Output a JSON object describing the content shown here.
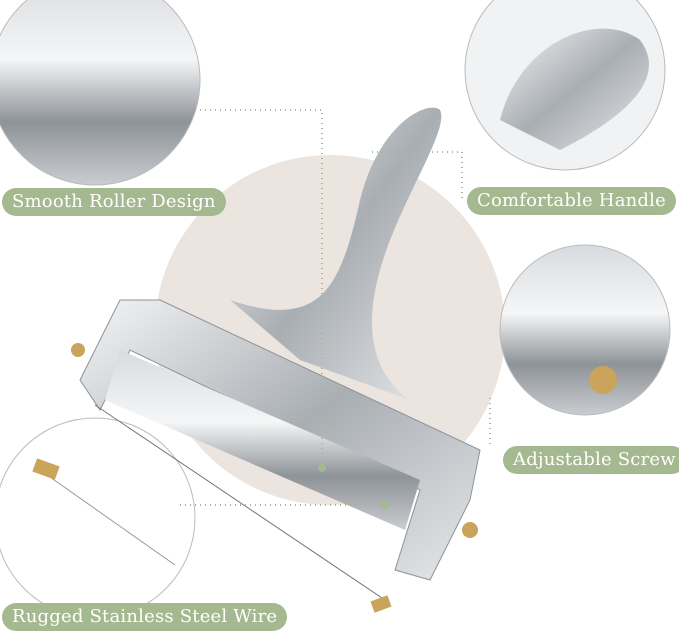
{
  "labels": {
    "roller": "Smooth Roller Design",
    "handle": "Comfortable Handle",
    "screw": "Adjustable Screw",
    "wire": "Rugged Stainless Steel Wire"
  },
  "colors": {
    "label_bg": "#a4b98f",
    "label_text": "#ffffff",
    "backdrop_circle": "#ece4df",
    "metal": "#c9cdd1"
  }
}
